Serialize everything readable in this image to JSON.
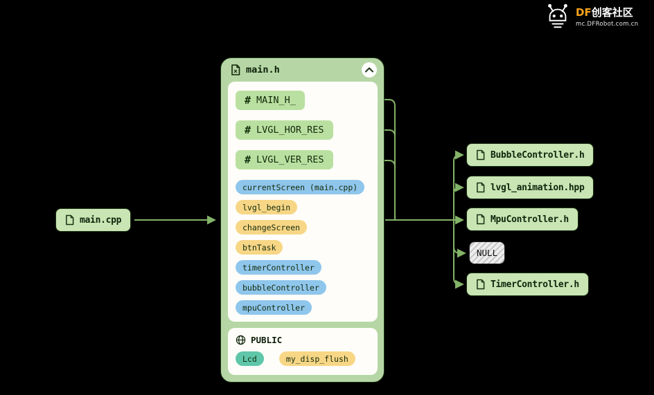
{
  "logo": {
    "brand_df": "DF",
    "brand_cn": "创客社区",
    "subtitle": "mc.DFRobot.com.cn"
  },
  "source_node": {
    "label": "main.cpp"
  },
  "main_card": {
    "title": "main.h",
    "defines": [
      {
        "label": "MAIN_H_"
      },
      {
        "label": "LVGL_HOR_RES"
      },
      {
        "label": "LVGL_VER_RES"
      }
    ],
    "members": [
      {
        "label": "currentScreen (main.cpp)",
        "kind": "variable"
      },
      {
        "label": "lvgl_begin",
        "kind": "function"
      },
      {
        "label": "changeScreen",
        "kind": "function"
      },
      {
        "label": "btnTask",
        "kind": "function"
      },
      {
        "label": "timerController",
        "kind": "variable"
      },
      {
        "label": "bubbleController",
        "kind": "variable"
      },
      {
        "label": "mpuController",
        "kind": "variable"
      }
    ],
    "public_section": {
      "title": "PUBLIC",
      "items": [
        {
          "label": "Lcd",
          "kind": "class"
        },
        {
          "label": "my_disp_flush",
          "kind": "function"
        }
      ]
    }
  },
  "includes": [
    {
      "label": "BubbleController.h",
      "kind": "file"
    },
    {
      "label": "lvgl_animation.hpp",
      "kind": "file"
    },
    {
      "label": "MpuController.h",
      "kind": "file"
    },
    {
      "label": "NULL",
      "kind": "null"
    },
    {
      "label": "TimerController.h",
      "kind": "file"
    }
  ],
  "colors": {
    "background": "#000000",
    "edge": "#83b368",
    "card_fill": "#b6d7a5",
    "node_fill": "#c9e5b4",
    "define_fill": "#b9e0a0",
    "function_fill": "#f7d786",
    "variable_fill": "#8fc6ec",
    "class_fill": "#5fc6a9",
    "brand_orange": "#f7a41d"
  }
}
